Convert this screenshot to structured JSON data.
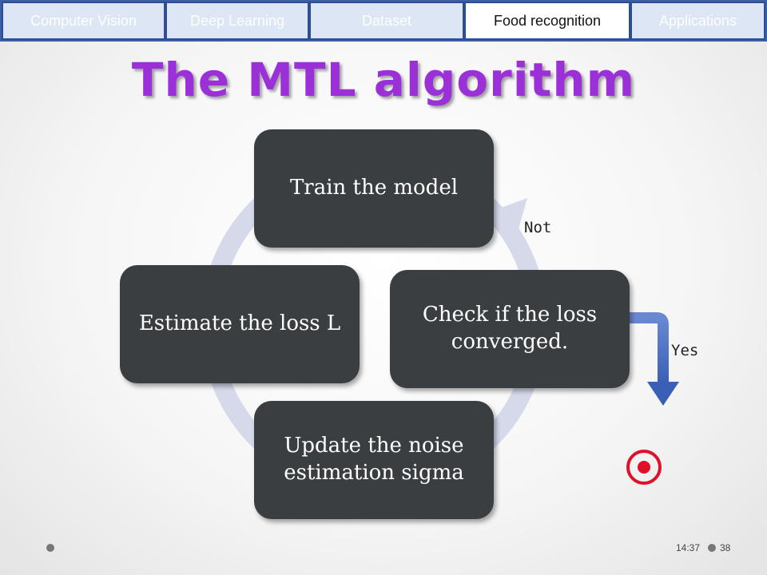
{
  "nav": {
    "tabs": [
      {
        "label": "Computer Vision",
        "active": false
      },
      {
        "label": "Deep Learning",
        "active": false
      },
      {
        "label": "Dataset",
        "active": false
      },
      {
        "label": "Food recognition",
        "active": true
      },
      {
        "label": "Applications",
        "active": false
      }
    ]
  },
  "slide": {
    "title": "The MTL algorithm"
  },
  "diagram": {
    "steps": {
      "train": "Train the model",
      "check": "Check if the loss converged.",
      "update": "Update  the noise estimation sigma",
      "estimate": "Estimate the loss L"
    },
    "labels": {
      "not": "Not",
      "yes": "Yes"
    }
  },
  "footer": {
    "time": "14:37",
    "page": "38"
  },
  "colors": {
    "title": "#9b30d9",
    "box": "#3b3e40",
    "cycle": "#d5d9ea",
    "arrow": "#4a6fc0",
    "target": "#e0102a"
  },
  "icons": {
    "target": "target-icon",
    "yes_arrow": "bent-arrow-down-icon"
  }
}
